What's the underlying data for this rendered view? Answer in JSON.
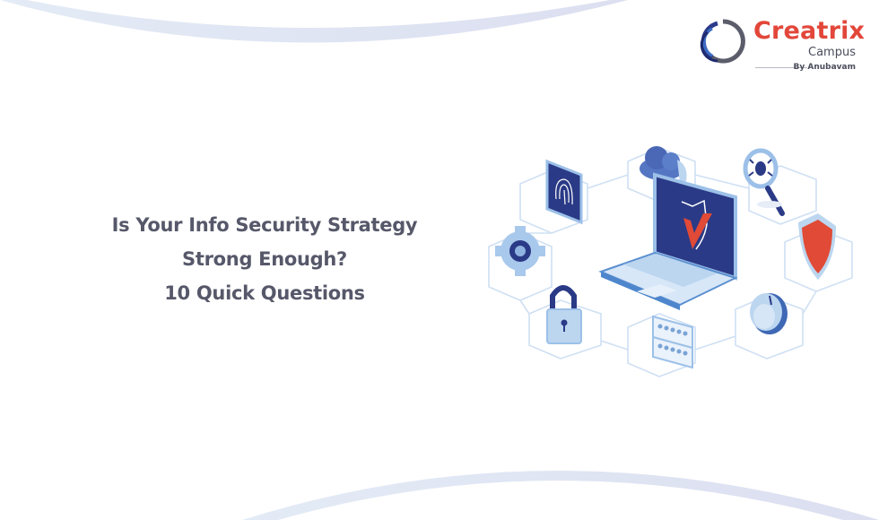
{
  "brand": {
    "name": "Creatrix",
    "product": "Campus",
    "byline": "By Anubavam",
    "colors": {
      "primary_red": "#e2473a",
      "navy": "#2b3a8a",
      "grey_text": "#4a4d5c"
    }
  },
  "headline": {
    "lines": [
      "Is Your Info Security Strategy",
      "Strong Enough?",
      "10 Quick Questions"
    ],
    "color": "#56586a"
  },
  "illustration": {
    "center": "laptop-with-shield-checkmark",
    "icons": [
      "fingerprint-icon",
      "cloud-icon",
      "bug-magnifier-icon",
      "gear-icon",
      "shield-icon",
      "padlock-icon",
      "server-icon",
      "dial-lock-icon"
    ],
    "colors": {
      "navy": "#2a3a86",
      "light_blue": "#bcd6f0",
      "mid_blue": "#5b8fd0",
      "red": "#e04a36",
      "hex_line": "#cfe0f3"
    }
  },
  "decor": {
    "arc_color": "#dde6f3"
  }
}
